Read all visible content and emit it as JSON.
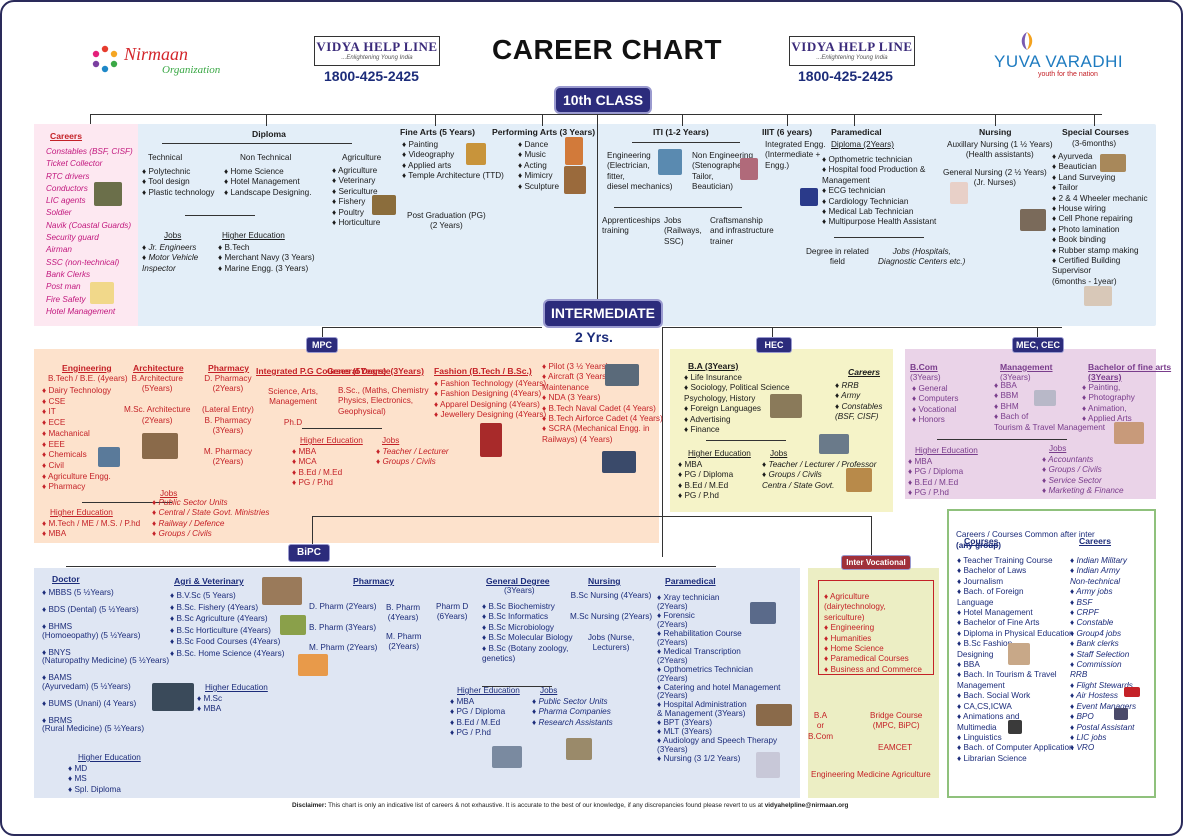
{
  "header": {
    "nirmaan_name": "Nirmaan",
    "nirmaan_sub": "Organization",
    "vidya_logo": "VIDYA HELP LINE",
    "vidya_tag": "...Enlightening Young India",
    "phone": "1800-425-2425",
    "title": "CAREER CHART",
    "yuva_name": "YUVA VARADHI",
    "yuva_tag": "youth for the nation"
  },
  "tenth": {
    "label": "10th CLASS",
    "careers": {
      "title": "Careers",
      "items": "Constables (BSF, CISF)\nTicket Collector\nRTC drivers\nConductors\nLIC agents\nSoldier\nNavik (Coastal Guards)\nSecurity guard\nAirman\nSSC (non-technical)\nBank Clerks\nPost man\nFire Safety\nHotel Management"
    },
    "diploma": {
      "title": "Diploma",
      "technical": "Technical",
      "technical_items": "♦ Polytechnic\n♦ Tool design\n♦ Plastic technology",
      "non_technical": "Non Technical",
      "non_technical_items": "♦ Home Science\n♦ Hotel Management\n♦ Landscape Designing.",
      "agriculture": "Agriculture",
      "agriculture_items": "♦ Agriculture\n♦ Veterinary\n♦ Sericulture\n♦ Fishery\n♦ Poultry\n♦ Horticulture",
      "jobs_title": "Jobs",
      "jobs_items": "♦ Jr. Engineers\n♦ Motor Vehicle\n   Inspector",
      "higher_title": "Higher Education",
      "higher_items": "♦ B.Tech\n♦ Merchant Navy (3 Years)\n♦ Marine Engg. (3 Years)"
    },
    "fine_arts": {
      "title": "Fine Arts (5 Years)",
      "items": "♦ Painting\n♦ Videography\n♦ Applied arts\n♦ Temple Architecture (TTD)",
      "pg": "Post Graduation (PG)\n(2 Years)"
    },
    "performing_arts": {
      "title": "Performing Arts (3 Years)",
      "items": "♦ Dance\n♦ Music\n♦ Acting\n♦ Mimicry\n♦ Sculpture"
    },
    "iti": {
      "title": "ITI (1-2 Years)",
      "engineering": "Engineering\n(Electrician,\nfitter,\ndiesel mechanics)",
      "non_engineering": "Non Engineering\n(Stenographer,\nTailor,\nBeautician)",
      "apprentice": "Apprenticeships\ntraining",
      "jobs": "Jobs\n(Railways,\nSSC)",
      "craftsmanship": "Craftsmanship\nand infrastructure\ntrainer"
    },
    "iiit": {
      "title": "IIIT (6 years)",
      "items": "Integrated Engg.\n(Intermediate +\nEngg.)"
    },
    "paramedical": {
      "title": "Paramedical",
      "diploma": "Diploma (2Years)",
      "items": "♦ Opthometric technician\n♦ Hospital food Production &\n   Management\n♦ ECG technician\n♦ Cardiology Technician\n♦ Medical Lab Technician\n♦ Multipurpose Health Assistant",
      "degree": "Degree in related\nfield",
      "jobs": "Jobs (Hospitals,\nDiagnostic Centers etc.)"
    },
    "nursing": {
      "title": "Nursing",
      "auxiliary": "Auxillary Nursing (1 ½ Years)\n(Health assistants)",
      "general": "General Nursing (2 ½ Years)\n(Jr. Nurses)"
    },
    "special": {
      "title": "Special Courses",
      "subtitle": "(3-6months)",
      "items": "♦ Ayurveda\n♦ Beautician\n♦ Land Surveying\n♦ Tailor\n♦ 2 & 4 Wheeler mechanic\n♦ House wiring\n♦ Cell Phone repairing\n♦ Photo lamination\n♦ Book binding\n♦ Rubber stamp making\n♦ Certified Building\n   Supervisor\n   (6months - 1year)"
    }
  },
  "intermediate": {
    "label": "INTERMEDIATE",
    "duration": "2 Yrs."
  },
  "mpc": {
    "label": "MPC",
    "engineering_title": "Engineering",
    "engineering_sub": "B.Tech / B.E. (4years)",
    "engineering_items": "♦ Dairy Technology\n♦ CSE\n♦ IT\n♦ ECE\n♦ Machanical\n♦ EEE\n♦ Chemicals\n♦ Civil\n♦ Agriculture Engg.\n♦ Pharmacy",
    "architecture_title": "Architecture",
    "architecture_items": "B.Architecture\n(5Years)\n\nM.Sc. Architecture\n(2Years)",
    "pharmacy_title": "Pharmacy",
    "pharmacy_items": "D. Pharmacy\n(2Years)\n\n(Lateral Entry)\nB. Pharmacy\n(3Years)\n\nM. Pharmacy\n(2Years)",
    "integrated_title": "Integrated\nP.G Courses (5Years)",
    "integrated_items": "Science, Arts,\nManagement\n\nPh.D",
    "general_title": "General Degree(3Years)",
    "general_items": "B.Sc., (Maths, Chemistry\nPhysics, Electronics,\nGeophysical)",
    "fashion_title": "Fashion (B.Tech / B.Sc.)",
    "fashion_items": "♦ Fashion Technology (4Years)\n♦ Fashion Designing (4Years)\n♦ Apparel Designing (4Years)\n♦ Jewellery Designing (4Years)",
    "pilot_items": "♦ Pilot (3 ½ Years)\n♦ Aircraft (3 Years)\n   Maintenance\n♦ NDA (3 Years)\n♦ B.Tech Naval Cadet (4 Years)\n♦ B.Tech Airforce Cadet (4 Years)\n♦ SCRA (Mechanical Engg. in\n   Railways) (4 Years)",
    "higher_title": "Higher Education",
    "higher_items": "♦ MBA\n♦ MCA\n♦ B.Ed / M.Ed\n♦ PG / P.hd",
    "jobs_title": "Jobs",
    "jobs_items": "♦ Teacher / Lecturer\n♦ Groups / Civils",
    "higher2_title": "Higher Education",
    "higher2_items": "♦ M.Tech / ME / M.S. / P.hd\n♦ MBA",
    "jobs2_title": "Jobs",
    "jobs2_items": "♦ Public Sector Units\n♦ Central / State Govt. Ministries\n♦ Railway / Defence\n♦ Groups / Civils"
  },
  "hec": {
    "label": "HEC",
    "ba_title": "B.A (3Years)",
    "ba_items": "♦ Life Insurance\n♦ Sociology, Political Science\n   Psychology, History\n♦ Foreign Languages\n♦ Advertising\n♦ Finance",
    "careers_title": "Careers",
    "careers_items": "♦ RRB\n♦ Army\n♦ Constables\n   (BSF, CISF)",
    "higher_title": "Higher Education",
    "higher_items": "♦ MBA\n♦ PG / Diploma\n♦ B.Ed / M.Ed\n♦ PG / P.hd",
    "jobs_title": "Jobs",
    "jobs_items": "♦ Teacher / Lecturer / Professor\n♦ Groups / Civils\n   Centra / State Govt."
  },
  "mec": {
    "label": "MEC, CEC",
    "bcom_title": "B.Com",
    "bcom_sub": "(3Years)",
    "bcom_items": "♦ General\n♦ Computers\n♦ Vocational\n♦ Honors",
    "mgmt_title": "Management",
    "mgmt_sub": "(3Years)",
    "mgmt_items": "♦ BBA\n♦ BBM\n♦ BHM\n♦ Bach of\n   Tourism & Travel Management",
    "bfa_title": "Bachelor of fine\narts (3Years)",
    "bfa_items": "♦ Painting,\n♦ Photography\n♦ Animation,\n♦ Applied Arts",
    "higher_title": "Higher Education",
    "higher_items": "♦ MBA\n♦ PG / Diploma\n♦ B.Ed / M.Ed\n♦ PG / P.hd",
    "jobs_title": "Jobs",
    "jobs_items": "♦ Accountants\n♦ Groups / Civils\n♦ Service Sector\n♦ Marketing & Finance"
  },
  "bipc": {
    "label": "BiPC",
    "doctor_title": "Doctor",
    "doctor_items": "♦ MBBS (5 ½Years)\n\n♦ BDS (Dental) (5 ½Years)\n\n♦ BHMS\n   (Homoeopathy) (5 ½Years)\n\n♦ BNYS\n   (Naturopathy Medicine) (5 ½Years)\n\n♦ BAMS\n   (Ayurvedam) (5 ½Years)\n\n♦ BUMS (Unani) (4 Years)\n\n♦ BRMS\n   (Rural Medicine) (5 ½Years)",
    "doctor_higher_title": "Higher Education",
    "doctor_higher_items": "♦ MD\n♦ MS\n♦ Spl. Diploma",
    "agri_title": "Agri & Veterinary",
    "agri_items": "♦ B.V.Sc (5 Years)\n♦ B.Sc. Fishery (4Years)\n♦ B.Sc Agriculture (4Years)\n♦ B.Sc Horticulture (4Years)\n♦ B.Sc Food Courses (4Years)\n♦ B.Sc. Home Science (4Years)",
    "agri_higher_title": "Higher Education",
    "agri_higher_items": "♦ M.Sc\n♦ MBA",
    "pharmacy_title": "Pharmacy",
    "pharmacy_d": "D. Pharm (2Years)",
    "pharmacy_b": "B. Pharm (3Years)",
    "pharmacy_m": "M. Pharm (2Years)",
    "pharmacy_b4": "B. Pharm\n(4Years)",
    "pharmacy_m2": "M. Pharm\n(2Years)",
    "pharmacy_pd": "Pharm D\n(6Years)",
    "general_title": "General Degree",
    "general_sub": "(3Years)",
    "general_items": "♦ B.Sc Biochemistry\n♦ B.Sc Informatics\n♦ B.Sc Microbiology\n♦ B.Sc Molecular Biology\n♦ B.Sc (Botany zoology,\n   genetics)",
    "nursing_title": "Nursing",
    "nursing_items": "B.Sc Nursing (4Years)\n\nM.Sc Nursing (2Years)\n\nJobs (Nurse,\nLecturers)",
    "paramedical_title": "Paramedical",
    "paramedical_items": "♦ Xray technician\n   (2Years)\n♦ Forensic\n   (2Years)\n♦ Rehabilitation Course\n   (2Years)\n♦ Medical Transcription\n   (2Years)\n♦ Opthometrics Technician\n   (2Years)\n♦ Catering and hotel Management\n   (2Years)\n♦ Hospital Administration\n   & Management (3Years)\n♦ BPT (3Years)\n♦ MLT (3Years)\n♦ Audiology and Speech Therapy\n   (3Years)\n♦ Nursing (3 1/2 Years)",
    "gen_higher_title": "Higher Education",
    "gen_higher_items": "♦ MBA\n♦ PG / Diploma\n♦ B.Ed / M.Ed\n♦ PG / P.hd",
    "gen_jobs_title": "Jobs",
    "gen_jobs_items": "♦ Public Sector Units\n♦ Pharma Companies\n♦ Research Assistants"
  },
  "vocational": {
    "label": "Inter Vocational",
    "items": "♦ Agriculture\n   (dairytechnology,\n   sericulture)\n♦ Engineering\n♦ Humanities\n♦ Home Science\n♦ Paramedical Courses\n♦ Business and Commerce",
    "ba": "B.A\nor\nB.Com",
    "bridge": "Bridge Course\n(MPC, BiPC)",
    "eamcet": "EAMCET",
    "outcomes": "Engineering   Medicine   Agriculture"
  },
  "common": {
    "title": "Careers / Courses Common after inter",
    "title_bold": "(any group)",
    "courses_title": "Courses",
    "courses_items": "♦ Teacher Training Course\n♦ Bachelor of Laws\n♦ Journalism\n♦ Bach. of Foreign\n   Language\n♦ Hotel Management\n♦ Bachelor of Fine Arts\n♦ Diploma in Physical Education\n♦ B.Sc Fashion\n   Designing\n♦ BBA\n♦ Bach. In Tourism & Travel\n   Management\n♦ Bach. Social Work\n♦ CA,CS,ICWA\n♦ Animations and\n   Multimedia\n♦ Linguistics\n♦ Bach. of Computer Application\n♦ Librarian Science",
    "careers_title": "Careers",
    "careers_items": "♦ Indian Military\n♦ Indian Army\n   Non-technical\n♦ Army jobs\n♦ BSF\n♦ CRPF\n♦ Constable\n♦ Group4 jobs\n♦ Bank clerks\n♦ Staff Selection\n♦ Commission\n   RRB\n♦ Flight Stewards\n♦ Air Hostess\n♦ Event Managers\n♦ BPO\n♦ Postal Assistant\n♦ LIC jobs\n♦ VRO"
  },
  "footer": {
    "label": "Disclaimer:",
    "text": "This chart is only an indicative list of careers & not exhaustive. It is accurate to the best of our knowledge, if any discrepancies found please revert to us at",
    "email": "vidyahelpline@nirmaan.org"
  },
  "colors": {
    "navy": "#2c2c7c",
    "sky_region": "#e3eef8",
    "peach_region": "#fde2cc",
    "cream_region": "#f5f3c8",
    "lilac_region": "#ead3e8",
    "bipc_region": "#dfe6f3",
    "voc_region": "#eceec4",
    "common_region": "#ffffff"
  }
}
